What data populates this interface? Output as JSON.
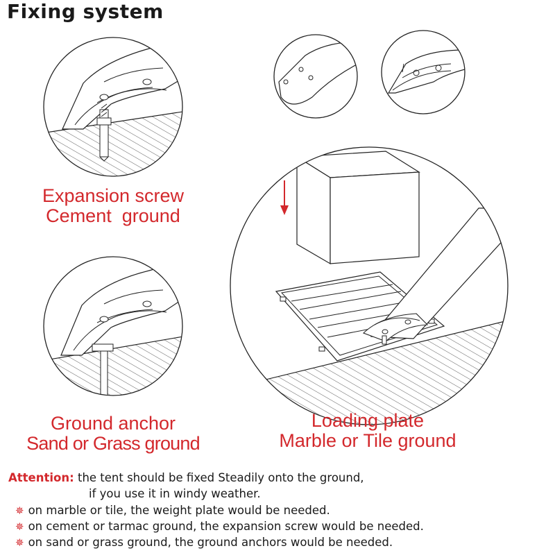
{
  "header": {
    "title": "Fixing system"
  },
  "panels": {
    "expansion": {
      "line1": "Expansion screw",
      "line2": "Cement  ground"
    },
    "anchor": {
      "line1": "Ground anchor",
      "line2": "Sand or Grass ground"
    },
    "plate": {
      "line1": "Loading plate",
      "line2": "Marble or Tile ground"
    }
  },
  "attention": {
    "label": "Attention:",
    "line1": "the tent should be fixed Steadily onto the ground,",
    "line2": "if you use it in windy weather.",
    "bullets": [
      "on marble or tile, the weight plate would be needed.",
      "on cement or tarmac ground, the expansion screw would be needed.",
      "on sand or grass ground, the ground anchors would be needed."
    ]
  },
  "colors": {
    "accent": "#d3282c",
    "ink": "#1a1a1a"
  },
  "icons": {
    "bullet": "star-burst-icon",
    "arrow": "down-arrow-icon"
  }
}
